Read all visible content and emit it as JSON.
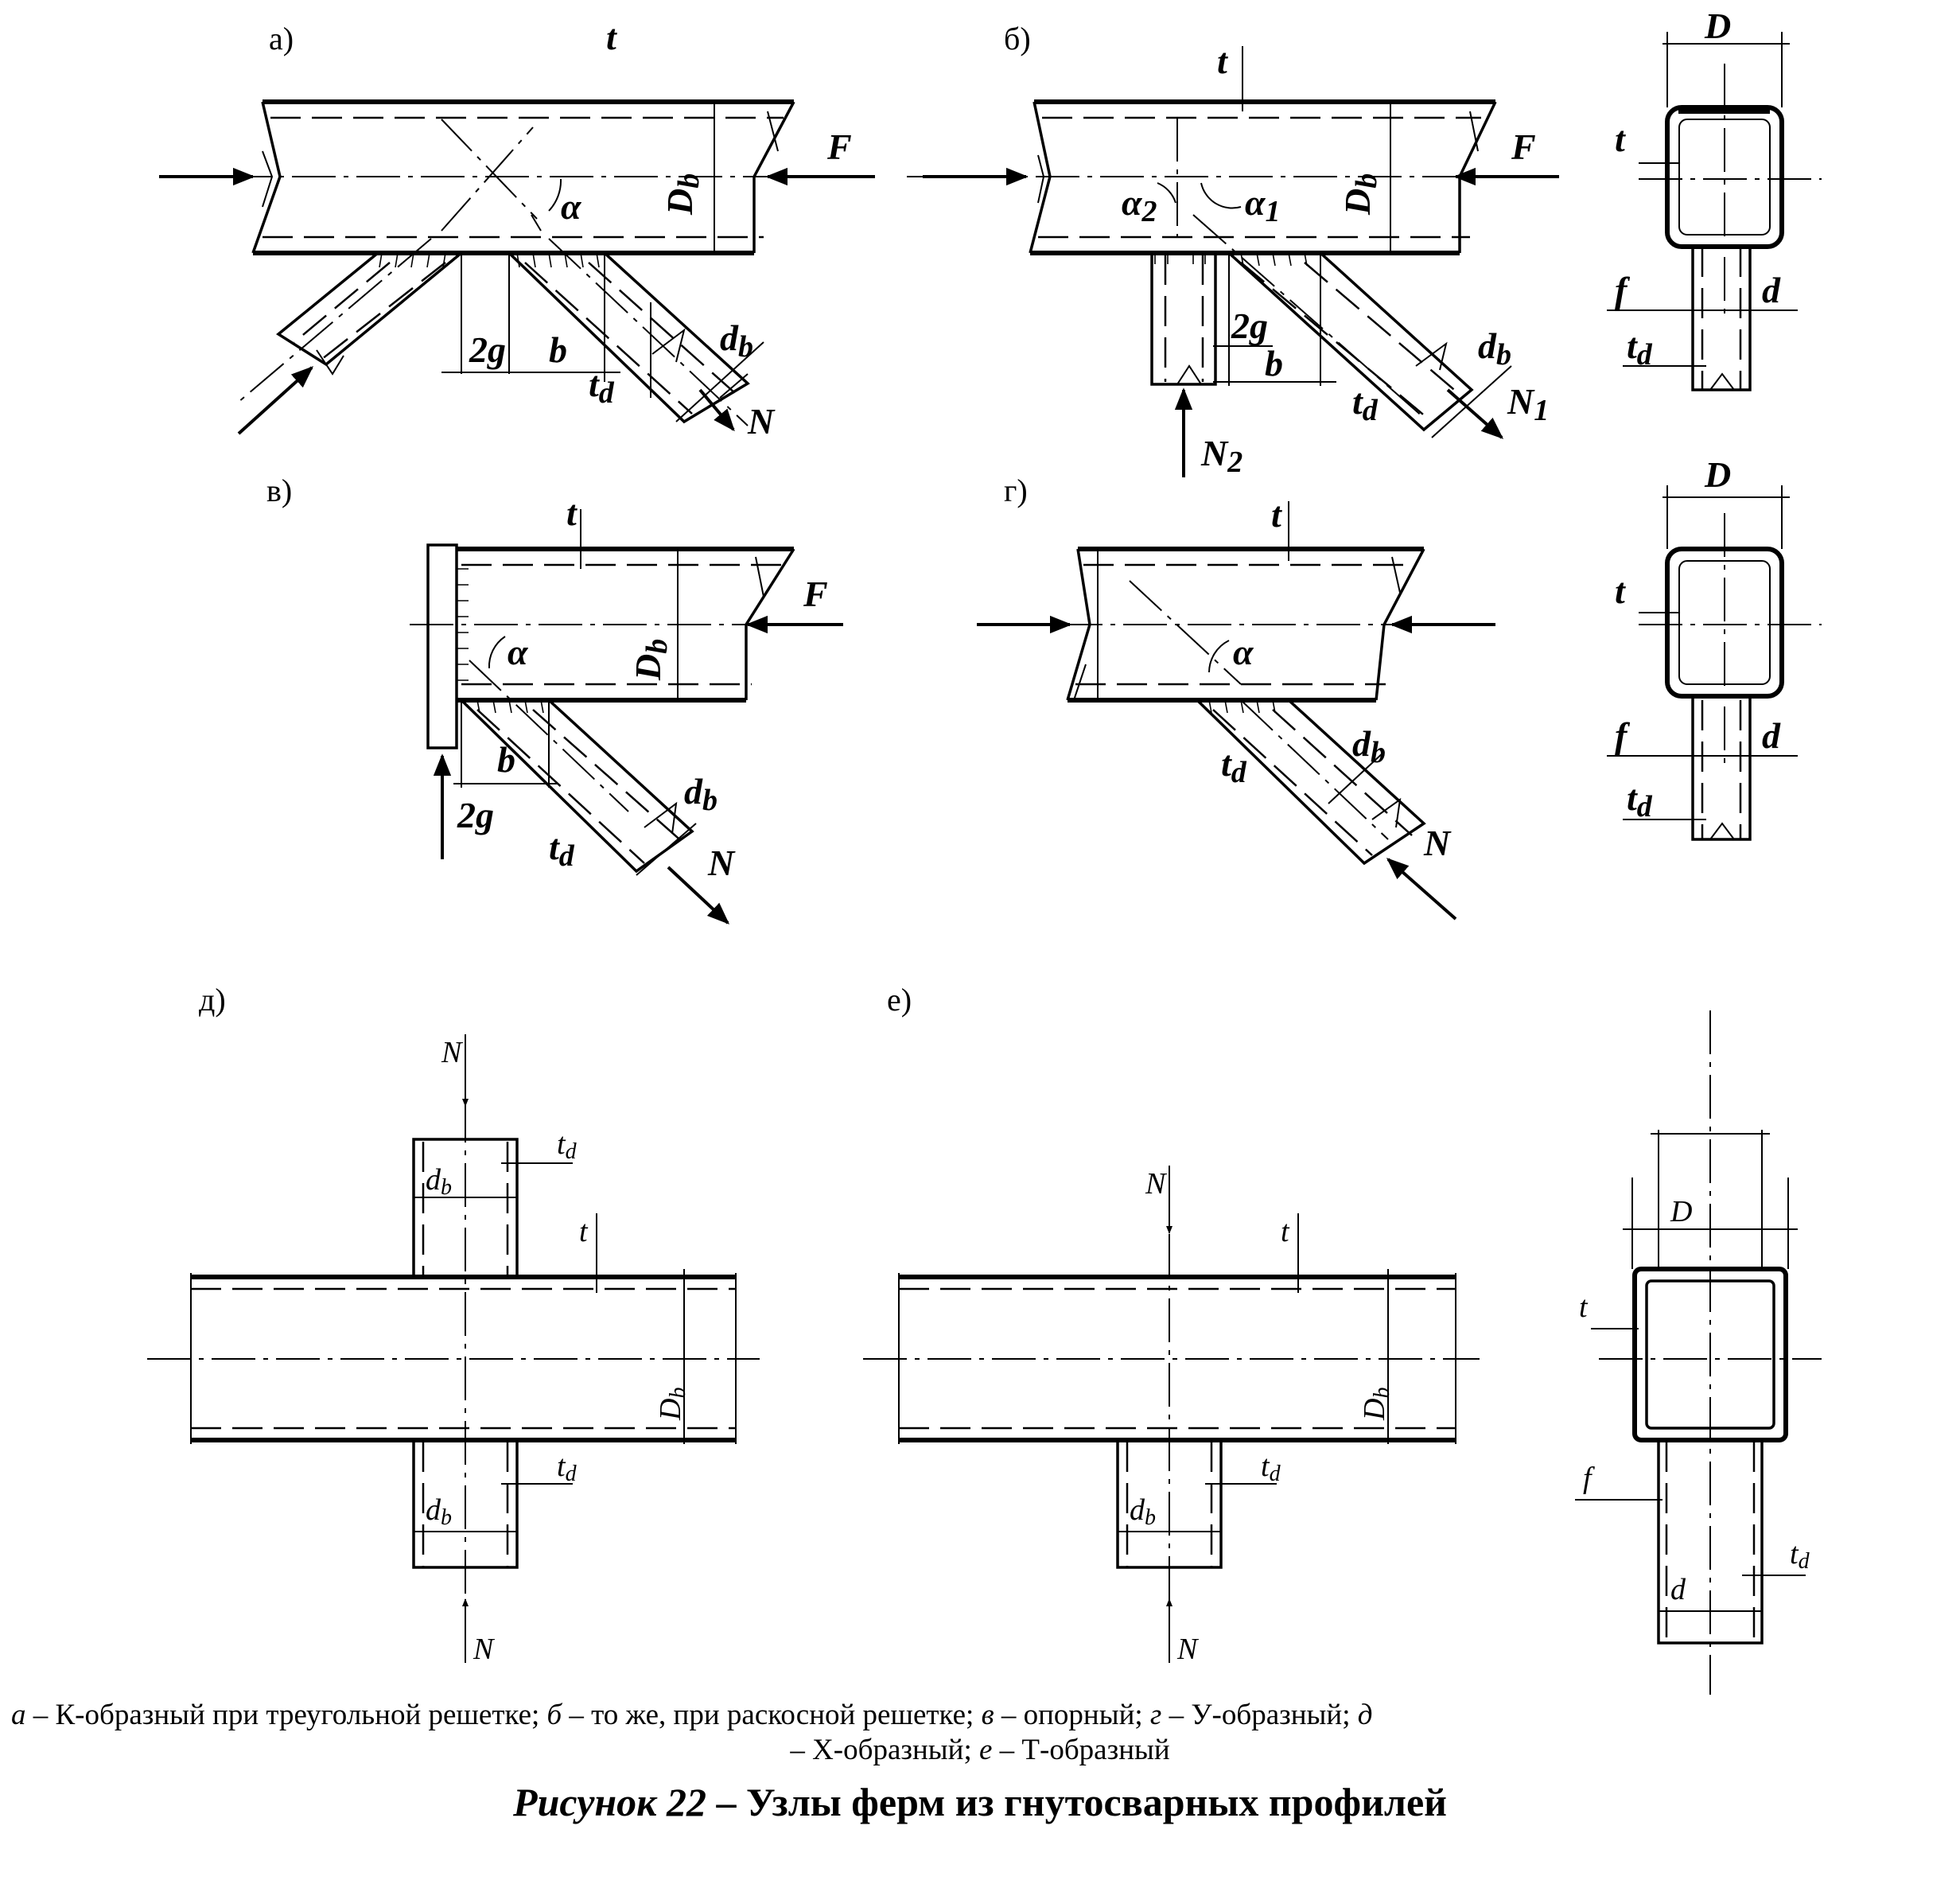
{
  "panels": {
    "a": "а)",
    "b": "б)",
    "v": "в)",
    "g": "г)",
    "d": "д)",
    "e": "е)"
  },
  "labels": {
    "t": "t",
    "F": "F",
    "N": "N",
    "N1": "N",
    "N1_sub": "1",
    "N2": "N",
    "N2_sub": "2",
    "Db": "D",
    "Db_sub": "b",
    "D": "D",
    "d": "d",
    "db": "d",
    "db_sub": "b",
    "td": "t",
    "td_sub": "d",
    "f": "f",
    "b": "b",
    "two_g": "2g",
    "alpha": "α",
    "alpha1": "α",
    "alpha1_sub": "1",
    "alpha2": "α",
    "alpha2_sub": "2"
  },
  "caption": {
    "line1_parts": [
      {
        "text": "а",
        "italic": true
      },
      {
        "text": " – К-образный при треугольной решетке; ",
        "italic": false
      },
      {
        "text": "б",
        "italic": true
      },
      {
        "text": " – то же, при раскосной решетке; ",
        "italic": false
      },
      {
        "text": "в",
        "italic": true
      },
      {
        "text": " – опорный; ",
        "italic": false
      },
      {
        "text": "г",
        "italic": true
      },
      {
        "text": " – У-образный; ",
        "italic": false
      },
      {
        "text": "д",
        "italic": true
      }
    ],
    "line2_parts": [
      {
        "text": "– Х-образный; ",
        "italic": false
      },
      {
        "text": "е",
        "italic": true
      },
      {
        "text": " – Т-образный",
        "italic": false
      }
    ]
  },
  "figure_title": {
    "number": "Рисунок 22",
    "text": " – Узлы ферм из гнутосварных профилей"
  }
}
